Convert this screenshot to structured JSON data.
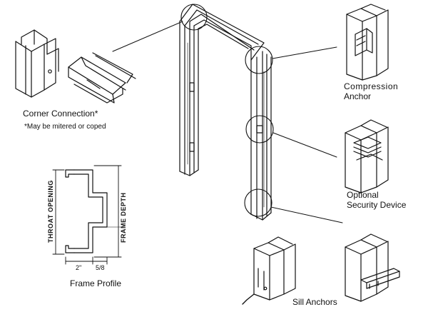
{
  "labels": {
    "corner_connection": "Corner Connection*",
    "corner_note": "*May be mitered or coped",
    "compression_anchor_line1": "Compression",
    "compression_anchor_line2": "Anchor",
    "security_line1": "Optional",
    "security_line2": "Security Device",
    "frame_profile": "Frame Profile",
    "sill_anchors": "Sill Anchors",
    "throat_opening": "THROAT OPENING",
    "frame_depth": "FRAME DEPTH",
    "dim_face": "2''",
    "dim_return": "5/8"
  },
  "colors": {
    "ink": "#111111",
    "paper": "#ffffff"
  }
}
